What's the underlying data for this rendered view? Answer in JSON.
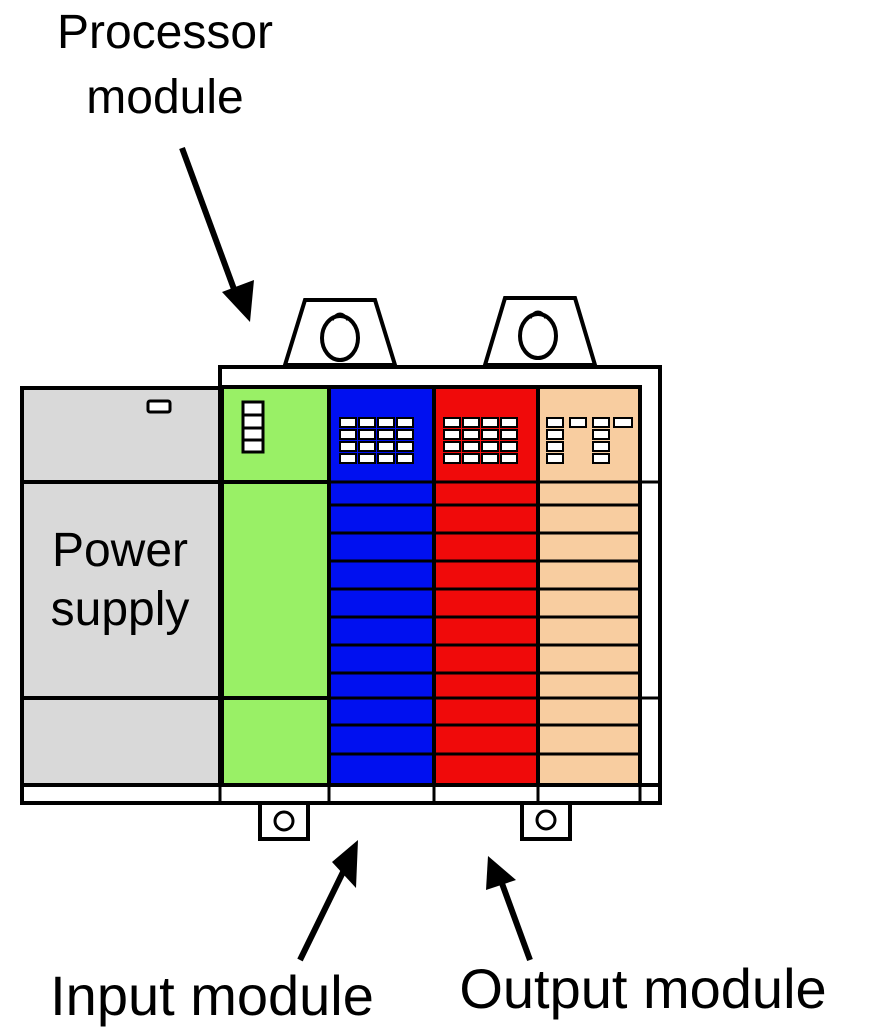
{
  "labels": {
    "processor_line1": "Processor",
    "processor_line2": "module",
    "power_line1": "Power",
    "power_line2": "supply",
    "input": "Input module",
    "output": "Output module"
  },
  "colors": {
    "power_supply": "#d9d9d9",
    "processor": "#99f066",
    "input": "#0010f0",
    "output": "#f00a0a",
    "extra": "#f8cda0",
    "outline": "#000000"
  }
}
